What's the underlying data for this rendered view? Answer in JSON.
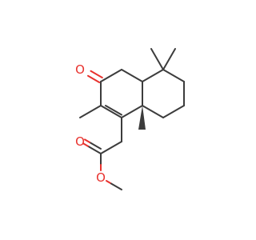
{
  "molecule": {
    "atoms": {
      "ketone_oxygen": "O",
      "carbonyl_oxygen": "O",
      "ester_oxygen": "O"
    }
  }
}
